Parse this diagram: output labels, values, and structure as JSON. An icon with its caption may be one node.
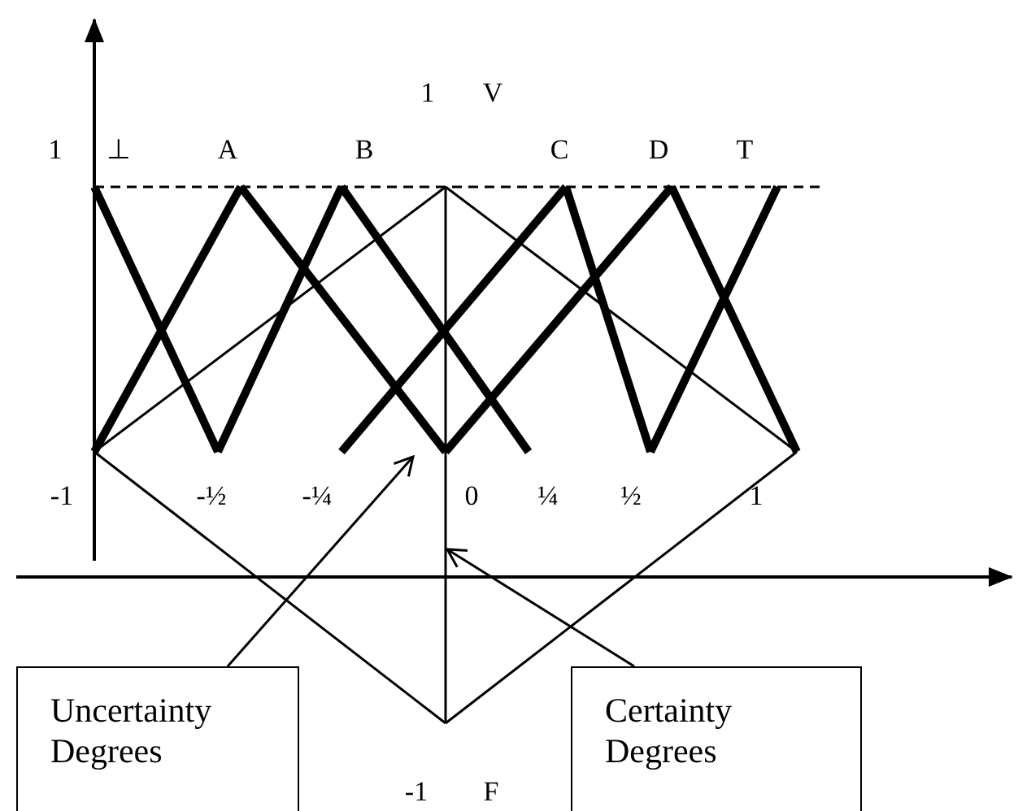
{
  "diagram": {
    "nodes": [
      {
        "text": [
          "Uncertainty Degrees"
        ]
      },
      {
        "text": [
          "Certainty Degrees"
        ]
      },
      {
        "text": [],
        "shape": "line"
      },
      {
        "text": [],
        "shape": "line"
      }
    ],
    "edges": [
      {
        "from": 0,
        "to": 3,
        "arrow": "to"
      },
      {
        "from": 1,
        "to": 2,
        "arrow": "to"
      }
    ],
    "labels": [
      "1",
      "V",
      "1",
      "⊥",
      "A",
      "B",
      "C",
      "D",
      "T",
      "-1",
      "-½",
      "-¼",
      "0",
      "¼",
      "½",
      "1",
      "-1",
      "F"
    ]
  }
}
